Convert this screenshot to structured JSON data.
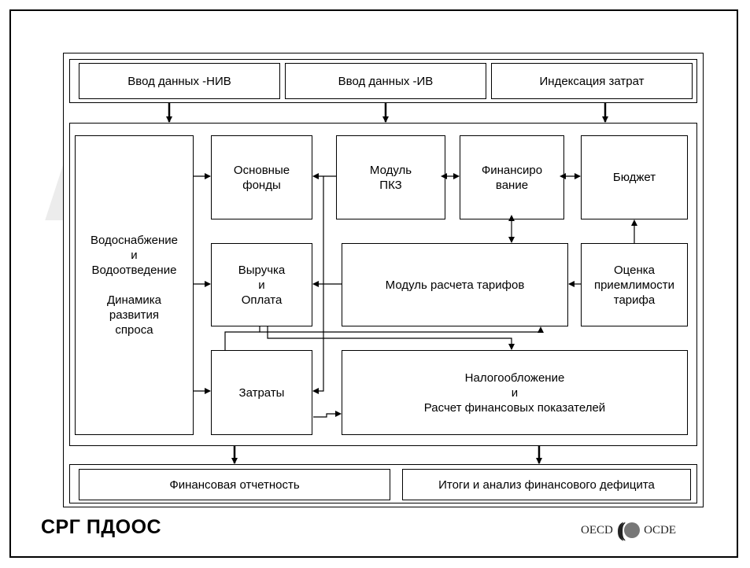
{
  "colors": {
    "line": "#000000",
    "background": "#ffffff",
    "decoration": "#ececec",
    "logo_ball": "#777777"
  },
  "top_inputs": [
    "Ввод данных -НИВ",
    "Ввод данных -ИВ",
    "Индексация затрат"
  ],
  "blocks": {
    "water": "Водоснабжение\nи\nВодоотведение\n\nДинамика\nразвития\nспроса",
    "fixed_assets": "Основные\nфонды",
    "pkz": "Модуль\nПКЗ",
    "financing": "Финансиро\nвание",
    "budget": "Бюджет",
    "revenue": "Выручка\nи\nОплата",
    "tariff_module": "Модуль расчета тарифов",
    "affordability": "Оценка\nприемлимости\nтарифа",
    "costs": "Затраты",
    "taxation": "Налогообложение\nи\nРасчет финансовых показателей"
  },
  "outputs": [
    "Финансовая отчетность",
    "Итоги и анализ финансового дефицита"
  ],
  "footer": {
    "title": "СРГ ПДООС",
    "logo_left": "OECD",
    "logo_right": "OCDE"
  }
}
